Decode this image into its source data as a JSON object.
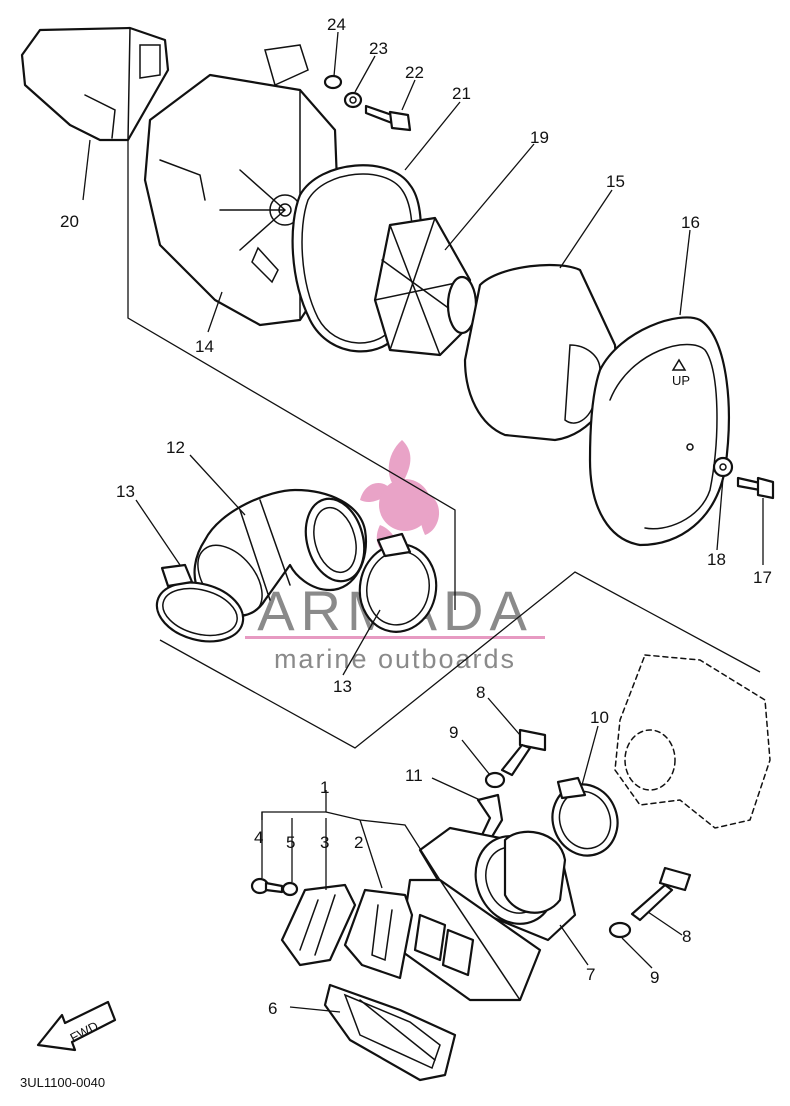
{
  "diagram": {
    "callouts": [
      {
        "id": "p1",
        "label": "1"
      },
      {
        "id": "p2",
        "label": "2"
      },
      {
        "id": "p3",
        "label": "3"
      },
      {
        "id": "p4",
        "label": "4"
      },
      {
        "id": "p5",
        "label": "5"
      },
      {
        "id": "p6",
        "label": "6"
      },
      {
        "id": "p7",
        "label": "7"
      },
      {
        "id": "p8a",
        "label": "8"
      },
      {
        "id": "p8b",
        "label": "8"
      },
      {
        "id": "p9a",
        "label": "9"
      },
      {
        "id": "p9b",
        "label": "9"
      },
      {
        "id": "p10",
        "label": "10"
      },
      {
        "id": "p11",
        "label": "11"
      },
      {
        "id": "p12",
        "label": "12"
      },
      {
        "id": "p13a",
        "label": "13"
      },
      {
        "id": "p13b",
        "label": "13"
      },
      {
        "id": "p14",
        "label": "14"
      },
      {
        "id": "p15",
        "label": "15"
      },
      {
        "id": "p16",
        "label": "16"
      },
      {
        "id": "p17",
        "label": "17"
      },
      {
        "id": "p18",
        "label": "18"
      },
      {
        "id": "p19",
        "label": "19"
      },
      {
        "id": "p20",
        "label": "20"
      },
      {
        "id": "p21",
        "label": "21"
      },
      {
        "id": "p22",
        "label": "22"
      },
      {
        "id": "p23",
        "label": "23"
      },
      {
        "id": "p24",
        "label": "24"
      }
    ],
    "cover_marking": "UP",
    "direction_marker": "FWD",
    "drawing_code": "3UL1100-0040"
  },
  "watermark": {
    "brand": "ARMADA",
    "tagline": "marine outboards",
    "accent_color": "#e79ac2",
    "text_color": "#8a8a8a"
  }
}
